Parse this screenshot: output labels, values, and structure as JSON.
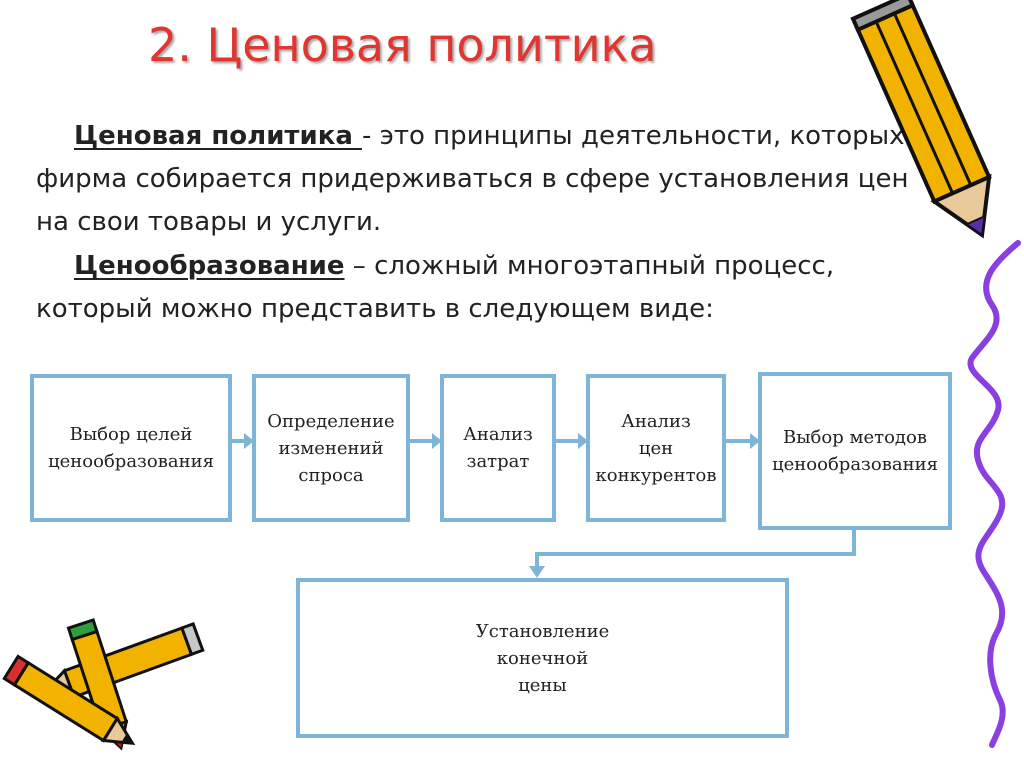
{
  "slide": {
    "title": "2. Ценовая политика",
    "definition1": {
      "term": "Ценовая политика ",
      "text": " - это принципы деятельности, которых фирма собирается придерживаться в сфере установления цен на свои товары и услуги."
    },
    "definition2": {
      "term": "Ценообразование",
      "text": " – сложный многоэтапный процесс, который можно представить в следующем виде:"
    }
  },
  "flow": {
    "steps": [
      "Выбор целей\nценообразования",
      "Определение\nизменений\nспроса",
      "Анализ\nзатрат",
      "Анализ\nцен\nконкурентов",
      "Выбор методов\nценообразования"
    ],
    "result": "Установление\nконечной\nцены"
  },
  "colors": {
    "title": "#e03530",
    "box_border": "#7fb4d9",
    "wave": "#8a3fe0",
    "pencil": "#f2b300"
  }
}
